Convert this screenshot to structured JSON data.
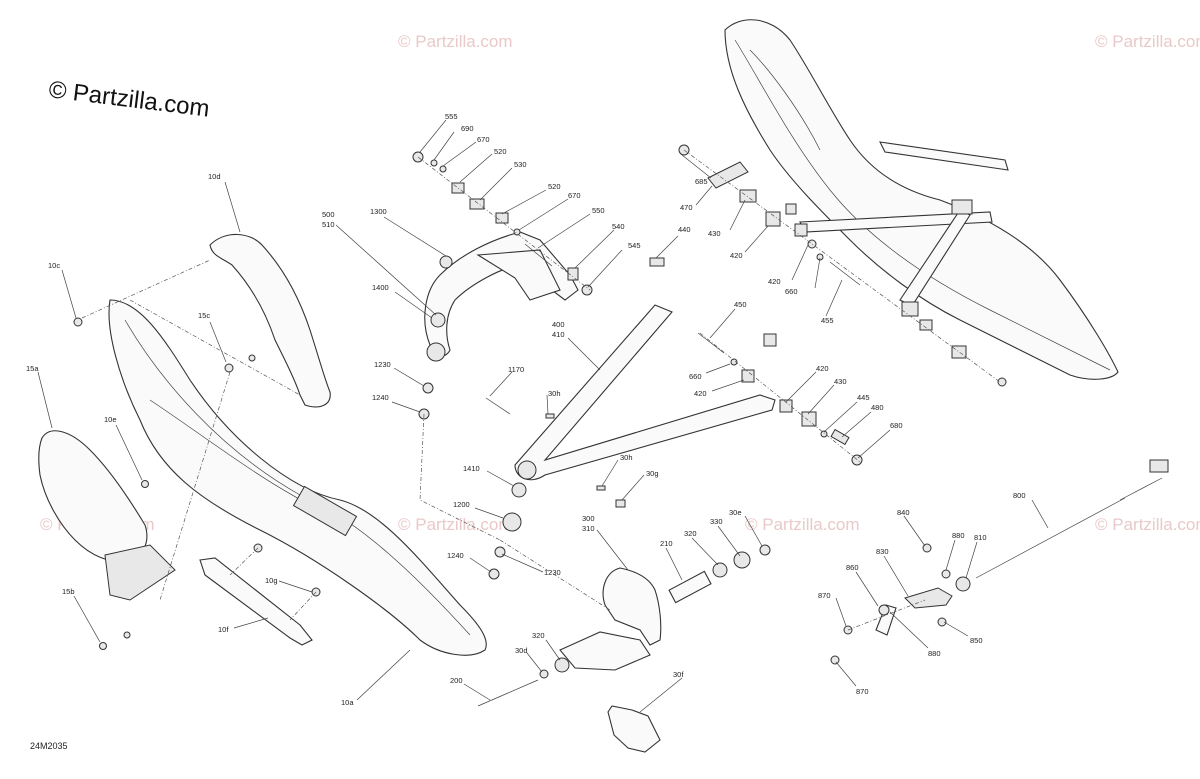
{
  "brand_watermark": "© Partzilla.com",
  "faint_watermark": "© Partzilla.com",
  "diagram_code": "24M2035",
  "callouts": {
    "l10d": "10d",
    "l10c": "10c",
    "l15c": "15c",
    "l15a": "15a",
    "l10e": "10e",
    "l10g": "10g",
    "l10f": "10f",
    "l15b": "15b",
    "l10a": "10a",
    "l555": "555",
    "l690": "690",
    "l670a": "670",
    "l520a": "520",
    "l530": "530",
    "l500": "500",
    "l510": "510",
    "l1300": "1300",
    "l520b": "520",
    "l670b": "670",
    "l550": "550",
    "l540": "540",
    "l545": "545",
    "l1400": "1400",
    "l1230a": "1230",
    "l1240a": "1240",
    "l1410": "1410",
    "l1200": "1200",
    "l1240b": "1240",
    "l1230b": "1230",
    "l400": "400",
    "l410": "410",
    "l1170": "1170",
    "l30ha": "30h",
    "l30hb": "30h",
    "l30g": "30g",
    "l685": "685",
    "l470": "470",
    "l440": "440",
    "l430a": "430",
    "l420a": "420",
    "l420b": "420",
    "l660a": "660",
    "l455": "455",
    "l450": "450",
    "l660b": "660",
    "l420c": "420",
    "l420d": "420",
    "l430b": "430",
    "l445": "445",
    "l480": "480",
    "l680": "680",
    "l300": "300",
    "l310": "310",
    "l210": "210",
    "l320a": "320",
    "l330": "330",
    "l30e": "30e",
    "l320b": "320",
    "l30d": "30d",
    "l200": "200",
    "l30f": "30f",
    "l800": "800",
    "l840": "840",
    "l880a": "880",
    "l810": "810",
    "l830": "830",
    "l860": "860",
    "l870a": "870",
    "l880b": "880",
    "l850": "850",
    "l870b": "870"
  }
}
